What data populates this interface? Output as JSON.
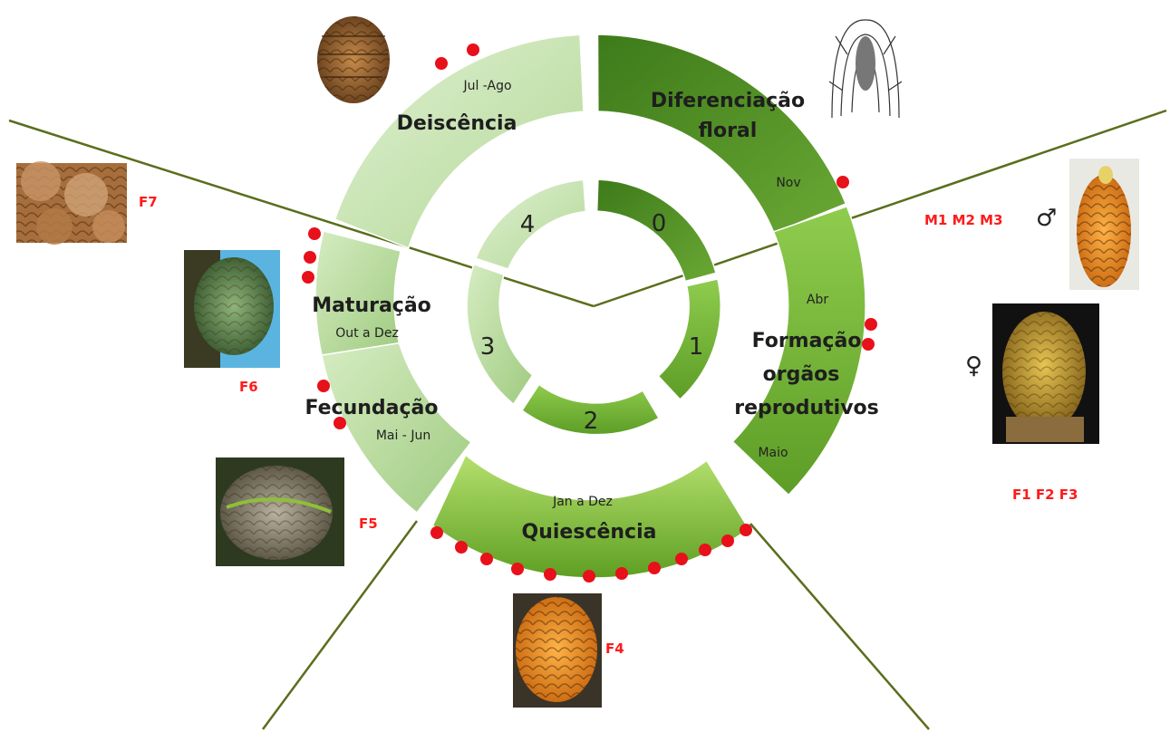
{
  "diagram": {
    "phases": [
      {
        "id": "dif",
        "title_lines": [
          "Diferenciação",
          "floral"
        ],
        "period": "Nov"
      },
      {
        "id": "for",
        "title_lines": [
          "Formação",
          "orgãos",
          "reprodutivos"
        ],
        "period_start": "Abr",
        "period_end": "Maio"
      },
      {
        "id": "qui",
        "title_lines": [
          "Quiescência"
        ],
        "period": "Jan a Dez"
      },
      {
        "id": "fec",
        "title_lines": [
          "Fecundação"
        ],
        "period": "Mai - Jun"
      },
      {
        "id": "mat",
        "title_lines": [
          "Maturação"
        ],
        "period": "Out a Dez"
      },
      {
        "id": "dei",
        "title_lines": [
          "Deiscência"
        ],
        "period": "Jul -Ago"
      }
    ],
    "inner_numbers": [
      "0",
      "1",
      "2",
      "3",
      "4"
    ],
    "stage_labels": {
      "male": "M1 M2 M3",
      "female": "F1 F2 F3",
      "f4": "F4",
      "f5": "F5",
      "f6": "F6",
      "f7": "F7"
    },
    "symbols": {
      "male": "♂",
      "female": "♀"
    },
    "colors": {
      "dark_green": "#4f8a22",
      "mid_green": "#72b332",
      "light_green": "#a9d38a",
      "pale_green": "#c3e0a8",
      "marker_red": "#e8101b",
      "divider": "#5a6e1c"
    }
  }
}
